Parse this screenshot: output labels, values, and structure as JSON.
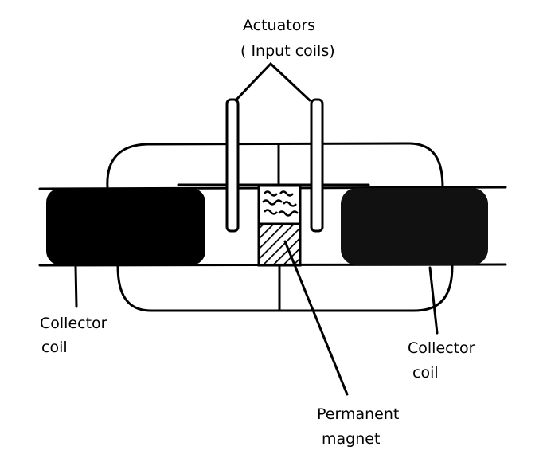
{
  "labels": {
    "actuators": "Actuators",
    "input_coils": "( Input coils)",
    "collector_left_1": "Collector",
    "collector_left_2": "coil",
    "collector_right_1": "Collector",
    "collector_right_2": "coil",
    "magnet_1": "Permanent",
    "magnet_2": "magnet"
  },
  "colors": {
    "ink": "#000000",
    "background": "#ffffff"
  }
}
